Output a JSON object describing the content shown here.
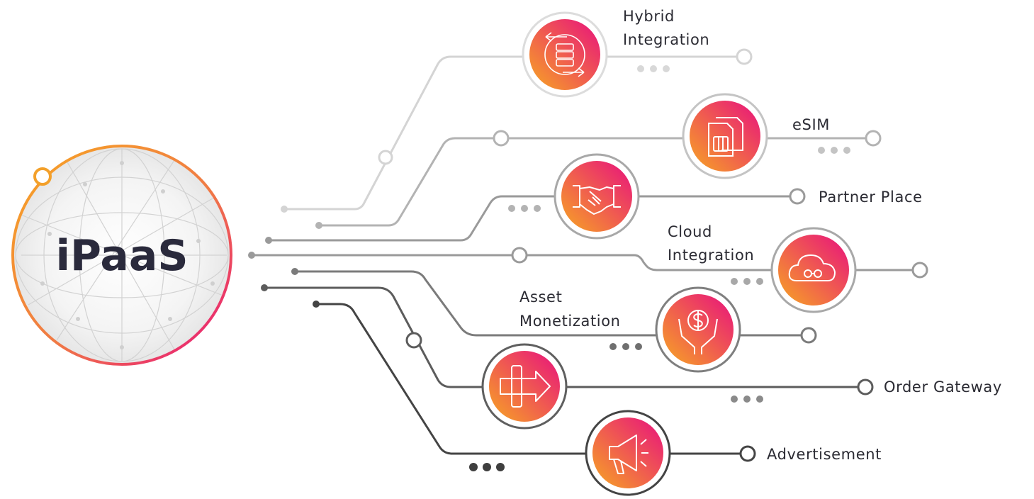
{
  "hub": {
    "title": "iPaaS"
  },
  "nodes": [
    {
      "id": "hybrid",
      "label_lines": [
        "Hybrid",
        "Integration"
      ],
      "icon": "server-cloud-sync-icon"
    },
    {
      "id": "esim",
      "label_lines": [
        "eSIM"
      ],
      "icon": "sim-card-icon"
    },
    {
      "id": "partner",
      "label_lines": [
        "Partner Place"
      ],
      "icon": "handshake-icon"
    },
    {
      "id": "cloud",
      "label_lines": [
        "Cloud",
        "Integration"
      ],
      "icon": "cloud-link-icon"
    },
    {
      "id": "asset",
      "label_lines": [
        "Asset",
        "Monetization"
      ],
      "icon": "hands-dollar-icon"
    },
    {
      "id": "order",
      "label_lines": [
        "Order Gateway"
      ],
      "icon": "gateway-arrow-icon"
    },
    {
      "id": "advert",
      "label_lines": [
        "Advertisement"
      ],
      "icon": "megaphone-icon"
    }
  ],
  "colors": {
    "gradient_start": "#f7a623",
    "gradient_end": "#e8107e",
    "line_lightest": "#d4d4d4",
    "line_light": "#b3b3b3",
    "line_mid": "#9a9a9a",
    "line_dark": "#7b7b7b",
    "line_darker": "#5c5c5c",
    "line_darkest": "#444444"
  }
}
